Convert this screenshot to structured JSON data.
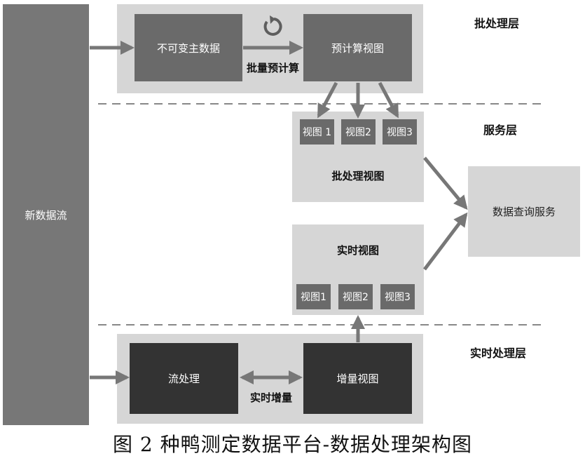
{
  "stream": {
    "label": "新数据流"
  },
  "batch_layer": {
    "name": "批处理层",
    "master_data": "不可变主数据",
    "precompute_view": "预计算视图",
    "edge_label": "批量预计算"
  },
  "serving_layer": {
    "name": "服务层",
    "batch_views": {
      "title": "批处理视图",
      "items": [
        "视图 1",
        "视图2",
        "视图3"
      ]
    },
    "realtime_views": {
      "title": "实时视图",
      "items": [
        "视图1",
        "视图2",
        "视图3"
      ]
    },
    "query_service": "数据查询服务"
  },
  "realtime_layer": {
    "name": "实时处理层",
    "stream_processing": "流处理",
    "incremental_view": "增量视图",
    "edge_label": "实时增量"
  },
  "caption": "图 2 种鸭测定数据平台-数据处理架构图",
  "colors": {
    "arrow": "#777777",
    "panel": "#d6d6d6",
    "box_mid": "#6a6a6a",
    "box_dark": "#333333"
  }
}
